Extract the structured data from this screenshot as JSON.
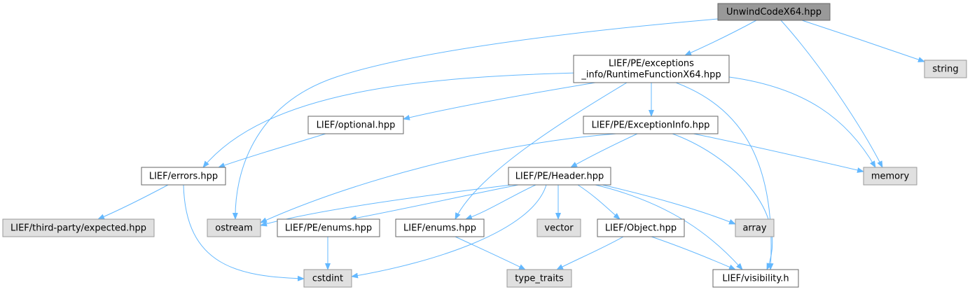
{
  "colors": {
    "edge": "#63b8ff",
    "root_fill": "#999999",
    "root_stroke": "#666666",
    "file_fill": "#ffffff",
    "file_stroke": "#666666",
    "system_fill": "#e0e0e0",
    "system_stroke": "#999999"
  },
  "nodes": [
    {
      "id": "unwindcodex64",
      "lines": [
        "UnwindCodeX64.hpp"
      ],
      "kind": "root"
    },
    {
      "id": "runtimefunctionx64",
      "lines": [
        "LIEF/PE/exceptions",
        "_info/RuntimeFunctionX64.hpp"
      ],
      "kind": "file"
    },
    {
      "id": "string",
      "lines": [
        "string"
      ],
      "kind": "system"
    },
    {
      "id": "optional",
      "lines": [
        "LIEF/optional.hpp"
      ],
      "kind": "file"
    },
    {
      "id": "exceptioninfo",
      "lines": [
        "LIEF/PE/ExceptionInfo.hpp"
      ],
      "kind": "file"
    },
    {
      "id": "errors",
      "lines": [
        "LIEF/errors.hpp"
      ],
      "kind": "file"
    },
    {
      "id": "header",
      "lines": [
        "LIEF/PE/Header.hpp"
      ],
      "kind": "file"
    },
    {
      "id": "memory",
      "lines": [
        "memory"
      ],
      "kind": "system"
    },
    {
      "id": "expected",
      "lines": [
        "LIEF/third-party/expected.hpp"
      ],
      "kind": "system"
    },
    {
      "id": "ostream",
      "lines": [
        "ostream"
      ],
      "kind": "system"
    },
    {
      "id": "pe_enums",
      "lines": [
        "LIEF/PE/enums.hpp"
      ],
      "kind": "file"
    },
    {
      "id": "enums",
      "lines": [
        "LIEF/enums.hpp"
      ],
      "kind": "file"
    },
    {
      "id": "vector",
      "lines": [
        "vector"
      ],
      "kind": "system"
    },
    {
      "id": "object",
      "lines": [
        "LIEF/Object.hpp"
      ],
      "kind": "file"
    },
    {
      "id": "array",
      "lines": [
        "array"
      ],
      "kind": "system"
    },
    {
      "id": "cstdint",
      "lines": [
        "cstdint"
      ],
      "kind": "system"
    },
    {
      "id": "type_traits",
      "lines": [
        "type_traits"
      ],
      "kind": "system"
    },
    {
      "id": "visibility",
      "lines": [
        "LIEF/visibility.h"
      ],
      "kind": "file"
    }
  ],
  "edges": [
    {
      "from": "unwindcodex64",
      "to": "runtimefunctionx64"
    },
    {
      "from": "unwindcodex64",
      "to": "string"
    },
    {
      "from": "unwindcodex64",
      "to": "ostream"
    },
    {
      "from": "unwindcodex64",
      "to": "memory"
    },
    {
      "from": "runtimefunctionx64",
      "to": "optional"
    },
    {
      "from": "runtimefunctionx64",
      "to": "exceptioninfo"
    },
    {
      "from": "runtimefunctionx64",
      "to": "errors"
    },
    {
      "from": "runtimefunctionx64",
      "to": "enums"
    },
    {
      "from": "runtimefunctionx64",
      "to": "visibility"
    },
    {
      "from": "runtimefunctionx64",
      "to": "memory"
    },
    {
      "from": "optional",
      "to": "errors"
    },
    {
      "from": "exceptioninfo",
      "to": "header"
    },
    {
      "from": "exceptioninfo",
      "to": "ostream"
    },
    {
      "from": "exceptioninfo",
      "to": "memory"
    },
    {
      "from": "exceptioninfo",
      "to": "visibility"
    },
    {
      "from": "errors",
      "to": "expected"
    },
    {
      "from": "errors",
      "to": "cstdint"
    },
    {
      "from": "header",
      "to": "ostream"
    },
    {
      "from": "header",
      "to": "pe_enums"
    },
    {
      "from": "header",
      "to": "enums"
    },
    {
      "from": "header",
      "to": "vector"
    },
    {
      "from": "header",
      "to": "object"
    },
    {
      "from": "header",
      "to": "array"
    },
    {
      "from": "header",
      "to": "cstdint"
    },
    {
      "from": "header",
      "to": "visibility"
    },
    {
      "from": "pe_enums",
      "to": "cstdint"
    },
    {
      "from": "enums",
      "to": "type_traits"
    },
    {
      "from": "object",
      "to": "type_traits"
    },
    {
      "from": "object",
      "to": "visibility"
    }
  ]
}
